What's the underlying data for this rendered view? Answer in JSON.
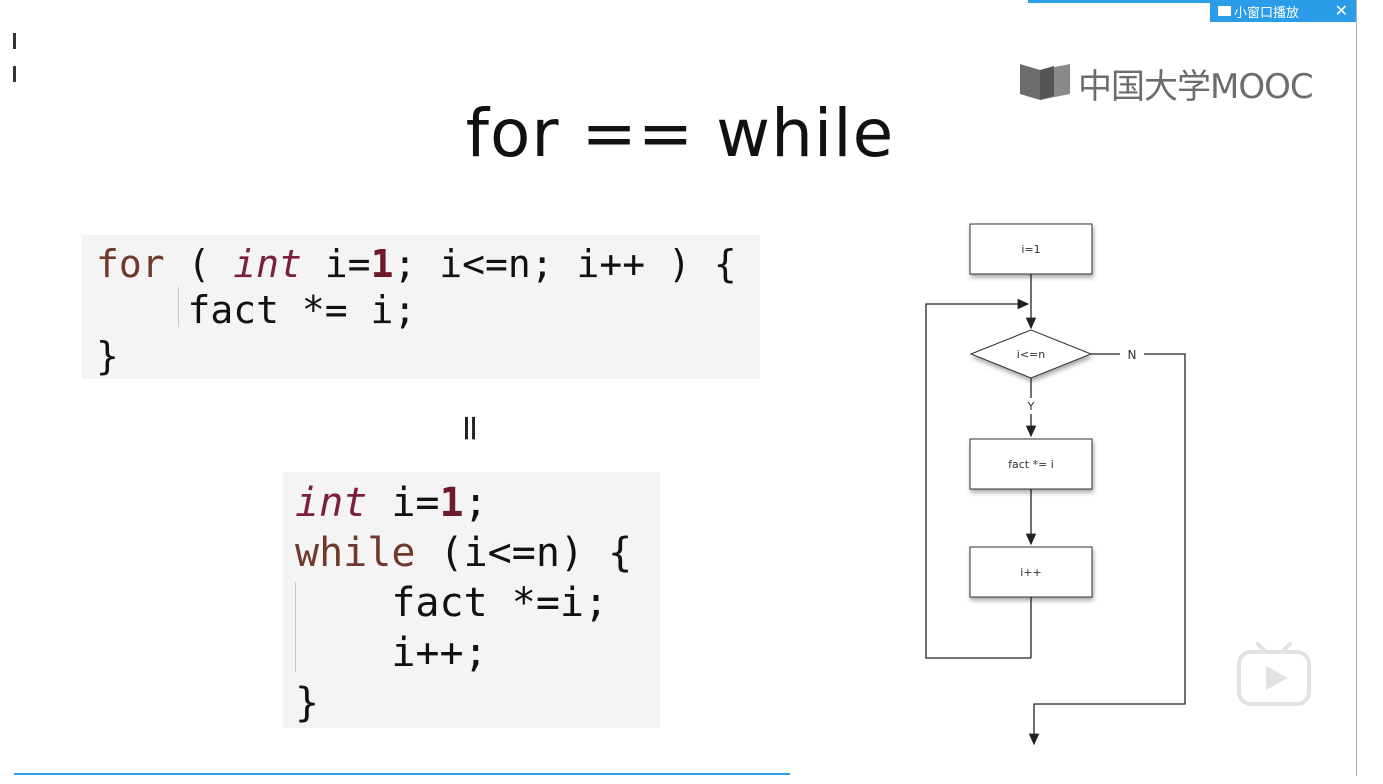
{
  "top_bar": {
    "mini_window_label": "小窗口播放",
    "close_glyph": "✕"
  },
  "slide": {
    "logo_text": "中国大学MOOC",
    "title": "for == while",
    "equals_sign": "=",
    "code_for": {
      "line1_kw": "for",
      "line1_open": " ( ",
      "line1_type": "int",
      "line1_mid": " i=",
      "line1_num": "1",
      "line1_rest": "; i<=n; i++ ) {",
      "line2": "    fact *= i;",
      "line3": "}"
    },
    "code_while": {
      "line1_type": "int",
      "line1_mid": " i=",
      "line1_num": "1",
      "line1_end": ";",
      "line2_kw": "while",
      "line2_rest": " (i<=n) {",
      "line3": "    fact *=i;",
      "line4": "    i++;",
      "line5": "}"
    },
    "flowchart": {
      "init": "i=1",
      "condition": "i<=n",
      "body": "fact *= i",
      "increment": "i++",
      "yes_label": "Y",
      "no_label": "N"
    }
  },
  "colors": {
    "accent": "#2aa0e6",
    "keyword": "#6e3a2c",
    "type": "#7a1f3d",
    "code_bg": "#f4f4f4"
  }
}
